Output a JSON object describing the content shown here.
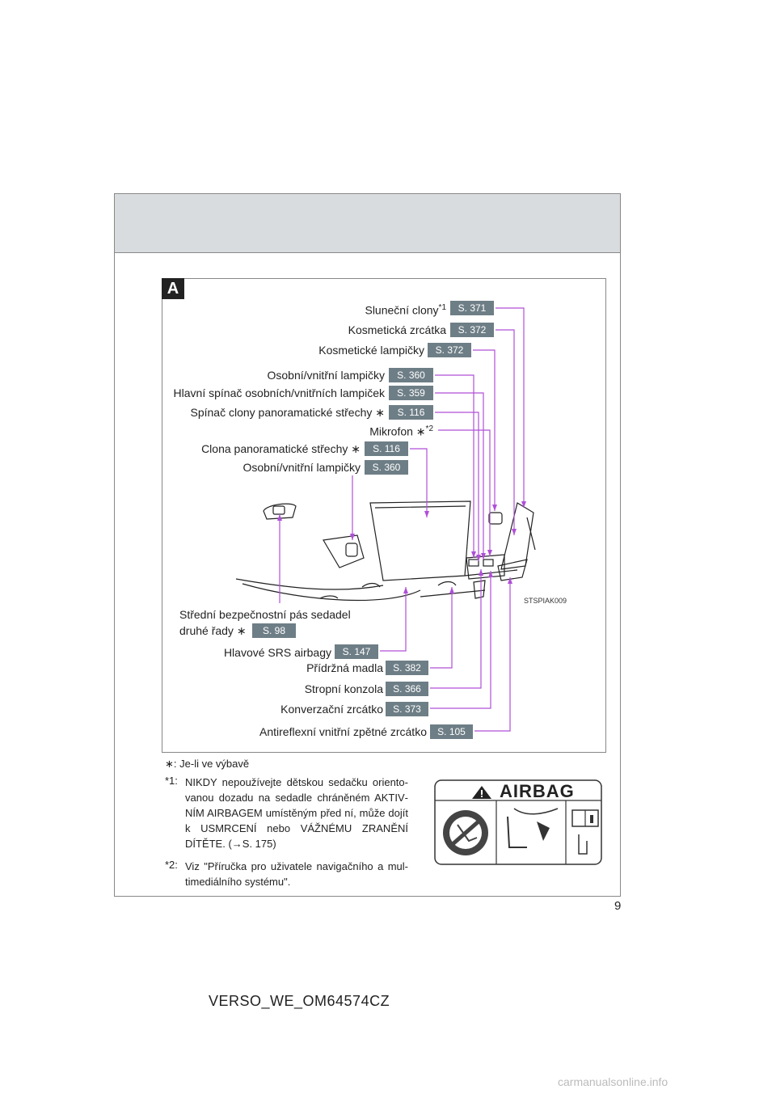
{
  "figure_letter": "A",
  "labels": {
    "slunecni": "Sluneční clony",
    "slunecni_sup": "*1",
    "kosmeticka_zrcatka": "Kosmetická zrcátka",
    "kosmeticke_lampicky": "Kosmetické lampičky",
    "osobni1": "Osobní/vnitřní lampičky",
    "hlavni_spinac": "Hlavní spínač osobních/vnitřních lampiček",
    "spinac_clony": "Spínač clony panoramatické střechy ∗",
    "mikrofon": "Mikrofon ∗",
    "mikrofon_sup": "*2",
    "clona": "Clona panoramatické střechy ∗",
    "osobni2": "Osobní/vnitřní lampičky",
    "stredni_1": "Střední bezpečnostní pás sedadel",
    "stredni_2": "druhé řady ∗",
    "hlavove": "Hlavové SRS airbagy",
    "pridrzna": "Přídržná madla",
    "stropni": "Stropní konzola",
    "konverzacni": "Konverzační zrcátko",
    "antireflexni": "Antireflexní vnitřní zpětné zrcátko"
  },
  "refs": {
    "slunecni": "S. 371",
    "kosmeticka_zrcatka": "S. 372",
    "kosmeticke_lampicky": "S. 372",
    "osobni1": "S. 360",
    "hlavni_spinac": "S. 359",
    "spinac_clony": "S. 116",
    "clona": "S. 116",
    "osobni2": "S. 360",
    "stredni": "S. 98",
    "hlavove": "S. 147",
    "pridrzna": "S. 382",
    "stropni": "S. 366",
    "konverzacni": "S. 373",
    "antireflexni": "S. 105"
  },
  "figure_code": "STSPIAK009",
  "notes": {
    "star_mark": "∗",
    "star_text": ": Je-li ve výbavě",
    "n1_mark": "*1:",
    "n1_text": "NIKDY nepoužívejte dětskou sedačku oriento­vanou dozadu na sedadle chráněném AKTIV­NÍM AIRBAGEM umístěným před ní, může dojít k USMRCENÍ nebo VÁŽNÉMU ZRANĚ­NÍ DÍTĚTE. (→S. 175)",
    "n2_mark": "*2:",
    "n2_text": "Viz \"Příručka pro uživatele navigačního a mul­timediálního systému\"."
  },
  "airbag_label": "AIRBAG",
  "page_number": "9",
  "doc_id": "VERSO_WE_OM64574CZ",
  "watermark": "carmanualsonline.info",
  "colors": {
    "leader": "#b04fd8",
    "ref_bg": "#6e7e86",
    "header_band": "#d9dcdf"
  }
}
